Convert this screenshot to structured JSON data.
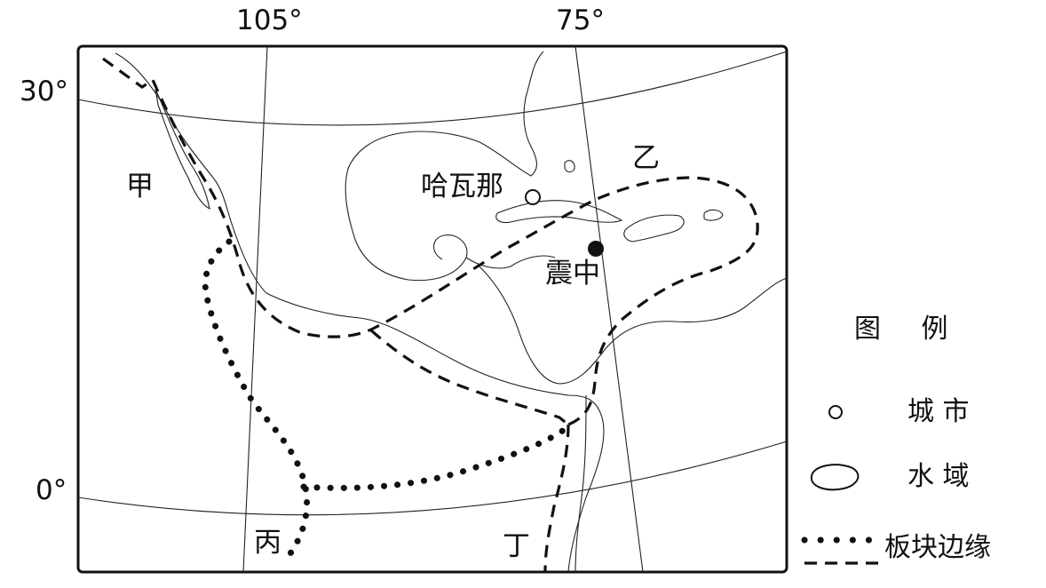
{
  "map": {
    "longitude_labels": [
      "105°",
      "75°"
    ],
    "latitude_labels": [
      "30°",
      "0°"
    ],
    "city": "哈瓦那",
    "epicenter": "震中",
    "plate_labels": [
      "甲",
      "乙",
      "丙",
      "丁"
    ]
  },
  "legend": {
    "title": "图 例",
    "items": [
      {
        "icon": "city-symbol-icon",
        "label": "城 市"
      },
      {
        "icon": "water-body-icon",
        "label": "水 域"
      },
      {
        "icon": "plate-boundary-icon",
        "label": "板块边缘"
      }
    ]
  },
  "colors": {
    "ink": "#111111",
    "background": "#ffffff"
  }
}
